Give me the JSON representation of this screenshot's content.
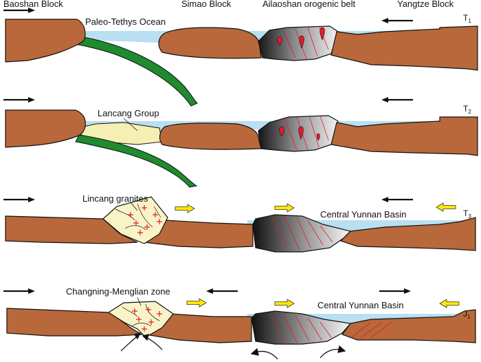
{
  "colors": {
    "crust": "#b8683a",
    "ocean": "#b9dff2",
    "slab": "#1f8a2e",
    "lancang": "#f6efb4",
    "granite": "#f9f4c8",
    "belt_dark": "#1a1a1a",
    "belt_light": "#eeeeee",
    "magma": "#e8182a",
    "arrow_yellow": "#ffe800"
  },
  "labels": {
    "baoshan": "Baoshan Block",
    "simao": "Simao Block",
    "ailaoshan": "Ailaoshan orogenic belt",
    "yangtze": "Yangtze Block",
    "paleo_tethys": "Paleo-Tethys Ocean",
    "lancang_group": "Lancang Group",
    "lincang_granites": "Lincang granites",
    "central_yunnan_1": "Central Yunnan Basin",
    "changning": "Changning-Menglian zone",
    "central_yunnan_2": "Central Yunnan Basin"
  },
  "stages": [
    {
      "main": "T",
      "sub": "1"
    },
    {
      "main": "T",
      "sub": "2"
    },
    {
      "main": "T",
      "sub": "3"
    },
    {
      "main": "J",
      "sub": "1"
    }
  ],
  "arrow_icons": [
    "arrow-right-icon",
    "arrow-left-icon",
    "yellow-arrow-right-icon",
    "yellow-arrow-left-icon",
    "curved-arrow-icon"
  ]
}
